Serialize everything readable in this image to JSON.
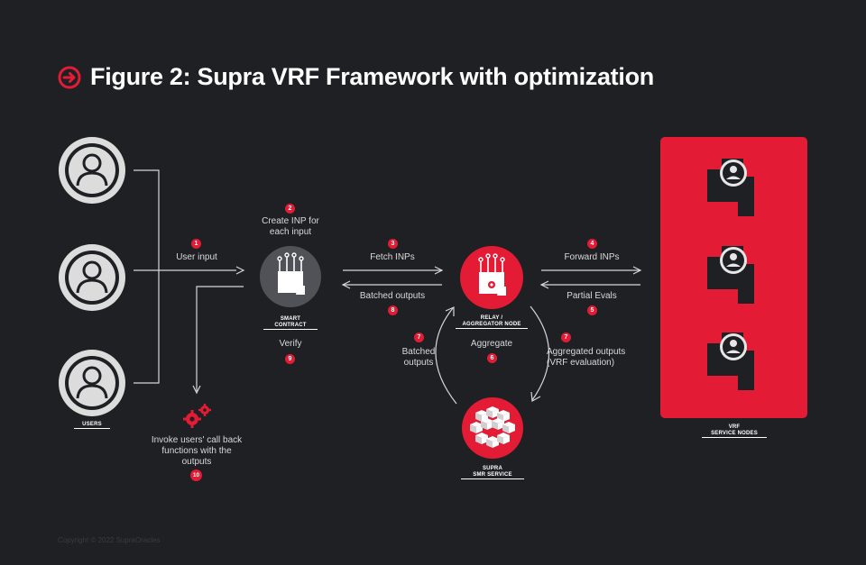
{
  "title": "Figure 2: Supra VRF Framework with optimization",
  "colors": {
    "accent": "#e31b35",
    "background": "#1f2024",
    "node_grey": "#505258",
    "user_grey": "#dcdcdc"
  },
  "icons": {
    "title": "arrow-right-circle-icon",
    "users": "user-avatar-icon",
    "contract": "chip-document-icon",
    "relay": "chip-document-icon",
    "smr": "cubes-icon",
    "callback": "gears-icon"
  },
  "steps": {
    "s1": {
      "num": "1",
      "text": "User input"
    },
    "s2": {
      "num": "2",
      "text_l1": "Create INP for",
      "text_l2": "each input"
    },
    "s3": {
      "num": "3",
      "text": "Fetch INPs"
    },
    "s4": {
      "num": "4",
      "text": "Forward INPs"
    },
    "s5": {
      "num": "5",
      "text": "Partial Evals"
    },
    "s6": {
      "num": "6",
      "text": "Aggregate"
    },
    "s7a": {
      "num": "7",
      "text_l1": "Batched",
      "text_l2": "outputs"
    },
    "s7b": {
      "num": "7",
      "text_l1": "Aggregated outputs",
      "text_l2": "(VRF evaluation)"
    },
    "s8": {
      "num": "8",
      "text": "Batched outputs"
    },
    "s9": {
      "num": "9",
      "text": "Verify"
    },
    "s10": {
      "num": "10",
      "text_l1": "Invoke users' call back",
      "text_l2": "functions with the",
      "text_l3": "outputs"
    }
  },
  "captions": {
    "users": "USERS",
    "contract_l1": "SMART",
    "contract_l2": "CONTRACT",
    "relay_l1": "RELAY /",
    "relay_l2": "AGGREGATOR NODE",
    "smr_l1": "SUPRA",
    "smr_l2": "SMR SERVICE",
    "vrf_l1": "VRF",
    "vrf_l2": "SERVICE NODES"
  },
  "copyright": "Copyright © 2022 SupraOracles"
}
